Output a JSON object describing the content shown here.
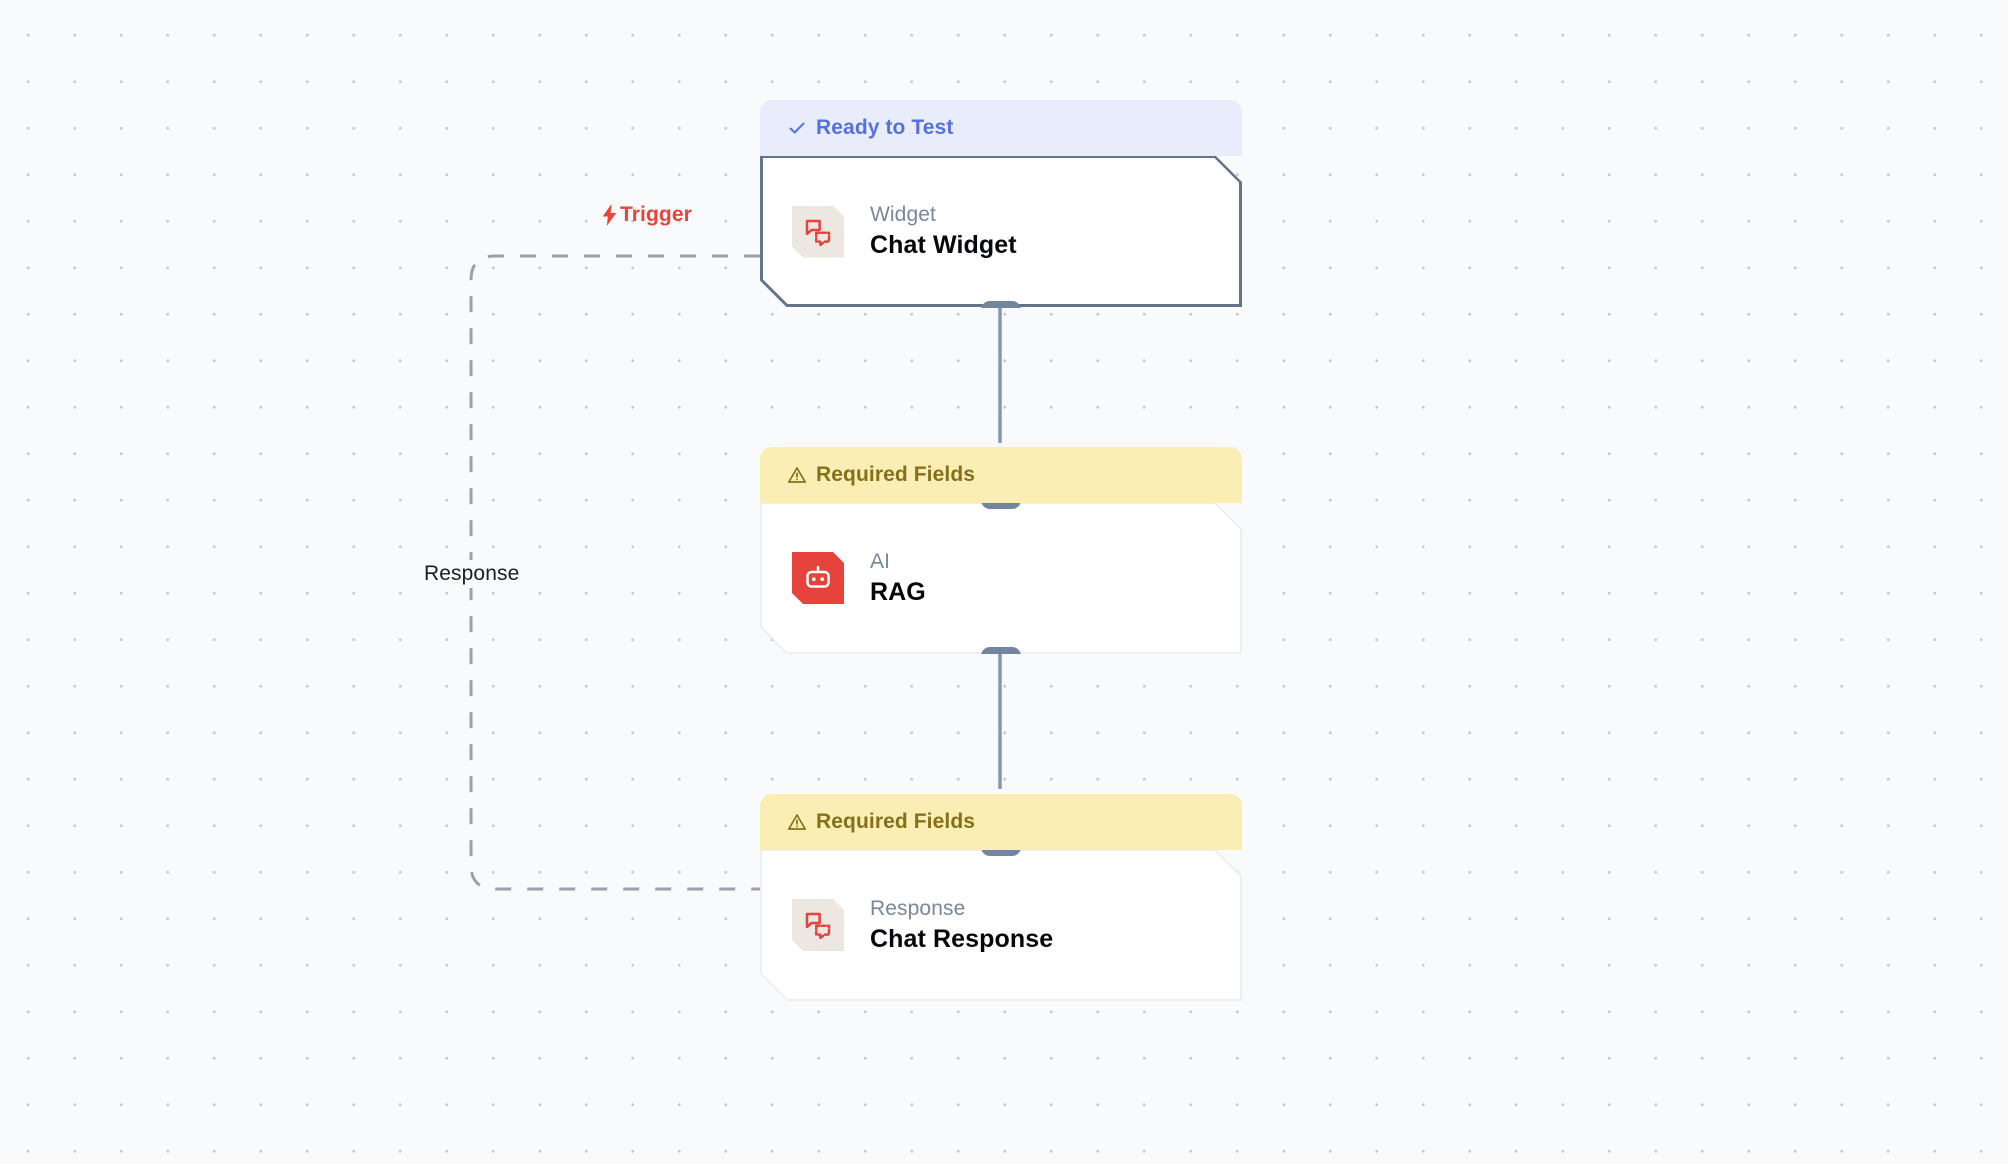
{
  "canvas": {
    "background_color": "#f8fafc",
    "dot_color": "#c6cbd4"
  },
  "edges": [
    {
      "id": "trigger-edge",
      "label": "Trigger",
      "label_color": "#e8443a",
      "icon": "lightning-bolt-icon",
      "style": "dashed",
      "from": "chat-widget",
      "to": "chat-response"
    },
    {
      "id": "response-edge",
      "label": "Response",
      "label_color": "#1c1d21",
      "style": "dashed",
      "from": "chat-response",
      "to": "chat-widget"
    },
    {
      "id": "widget-to-rag",
      "label": "",
      "style": "solid",
      "from": "chat-widget",
      "to": "rag"
    },
    {
      "id": "rag-to-response",
      "label": "",
      "style": "solid",
      "from": "rag",
      "to": "chat-response"
    }
  ],
  "nodes": [
    {
      "id": "chat-widget",
      "status": {
        "label": "Ready to Test",
        "icon": "check-icon",
        "variant": "ready",
        "bg": "#e9edfb",
        "fg": "#5571e0"
      },
      "type": "Widget",
      "title": "Chat Widget",
      "icon": "chat-bubbles-icon",
      "icon_variant": "beige",
      "icon_color": "#e5433c",
      "selected": true
    },
    {
      "id": "rag",
      "status": {
        "label": "Required Fields",
        "icon": "warning-triangle-icon",
        "variant": "required",
        "bg": "#faeeb4",
        "fg": "#85701a"
      },
      "type": "AI",
      "title": "RAG",
      "icon": "robot-icon",
      "icon_variant": "red",
      "icon_color": "#ffffff",
      "selected": false
    },
    {
      "id": "chat-response",
      "status": {
        "label": "Required Fields",
        "icon": "warning-triangle-icon",
        "variant": "required",
        "bg": "#faeeb4",
        "fg": "#85701a"
      },
      "type": "Response",
      "title": "Chat Response",
      "icon": "chat-bubbles-icon",
      "icon_variant": "beige",
      "icon_color": "#e5433c",
      "selected": false
    }
  ]
}
